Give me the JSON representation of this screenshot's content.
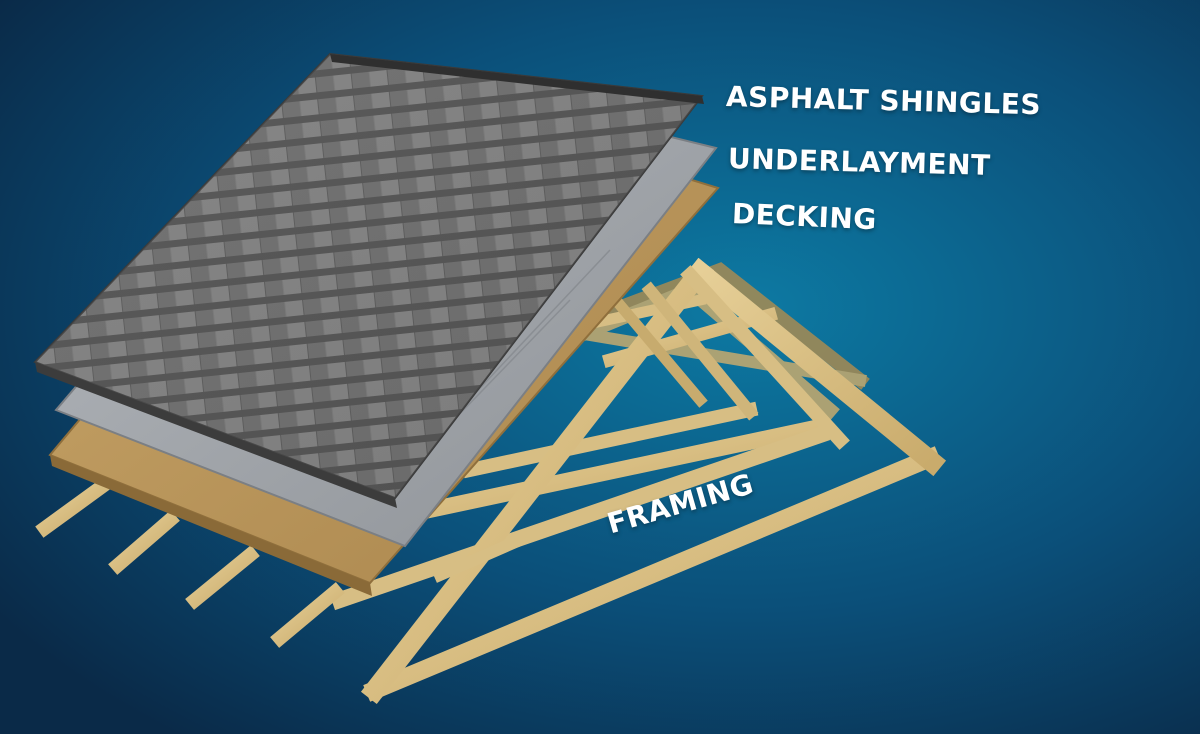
{
  "labels": {
    "shingles": "ASPHALT SHINGLES",
    "underlayment": "UNDERLAYMENT",
    "decking": "DECKING",
    "framing": "FRAMING"
  },
  "colors": {
    "background_center": "#0d7aa3",
    "background_edge": "#0a2a48",
    "shingle_dark": "#4a4a4a",
    "shingle_light": "#8a8a8a",
    "underlayment": "#9ea2a8",
    "decking": "#b8955a",
    "framing_wood": "#dcc48a",
    "framing_shadow": "#a88b52",
    "label_text": "#ffffff"
  }
}
